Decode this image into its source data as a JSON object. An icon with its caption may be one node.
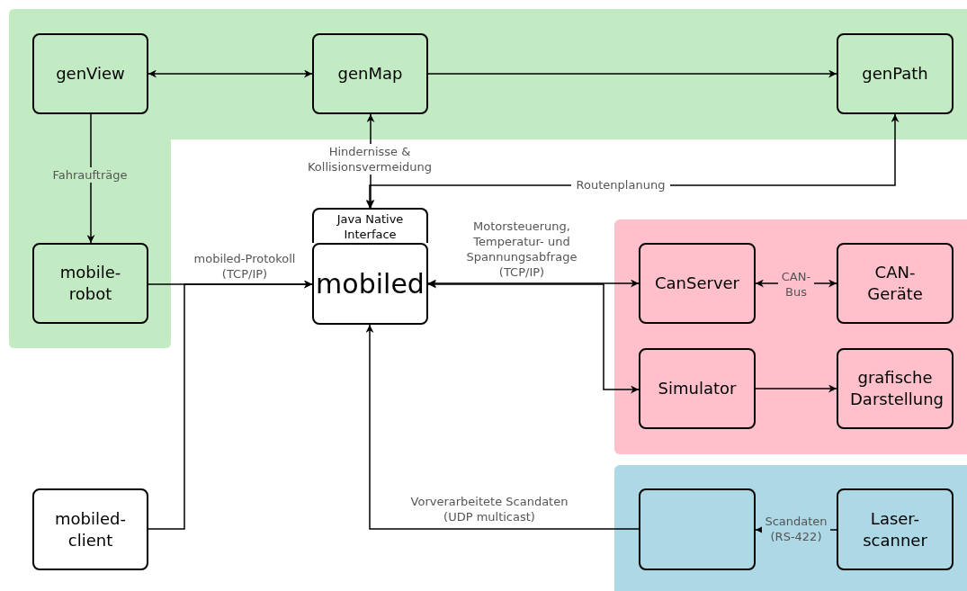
{
  "diagram": {
    "nodes": [
      {
        "text": [
          "genView"
        ]
      },
      {
        "text": [
          "genMap"
        ]
      },
      {
        "text": [
          "genPath"
        ]
      },
      {
        "text": [
          "mobile- robot"
        ]
      },
      {
        "text": [
          "Java Native Interface"
        ]
      },
      {
        "text": [
          "mobiled"
        ]
      },
      {
        "text": [
          "CanServer"
        ]
      },
      {
        "text": [
          "CAN- Geräte"
        ]
      },
      {
        "text": [
          "Simulator"
        ]
      },
      {
        "text": [
          "grafische Darstellung"
        ]
      },
      {
        "text": [
          "mobiled- client"
        ]
      },
      {
        "text": [],
        "shape": "box"
      },
      {
        "text": [
          "Laser- scanner"
        ]
      }
    ],
    "edges": [
      {
        "from": 0,
        "to": 1,
        "arrow": "both"
      },
      {
        "from": 1,
        "to": 2,
        "arrow": "to"
      },
      {
        "from": 0,
        "to": 3,
        "arrow": "to",
        "label": "Fahraufträge"
      },
      {
        "from": 3,
        "to": 5,
        "arrow": "to",
        "label": "mobiled-Protokoll (TCP/IP)"
      },
      {
        "from": 10,
        "to": 5,
        "arrow": "to"
      },
      {
        "from": 1,
        "to": 4,
        "arrow": "both",
        "label": "Hindernisse & Kollisionsvermeidung"
      },
      {
        "from": 2,
        "to": 4,
        "arrow": "both",
        "label": "Routenplanung"
      },
      {
        "from": 5,
        "to": 6,
        "arrow": "both",
        "label": "Motorsteuerung, Temperatur- und Spannungsabfrage (TCP/IP)"
      },
      {
        "from": 5,
        "to": 8,
        "arrow": "both"
      },
      {
        "from": 6,
        "to": 7,
        "arrow": "both",
        "label": "CAN- Bus"
      },
      {
        "from": 8,
        "to": 9,
        "arrow": "to"
      },
      {
        "from": 11,
        "to": 5,
        "arrow": "to",
        "label": "Vorverarbeitete Scandaten (UDP multicast)"
      },
      {
        "from": 12,
        "to": 11,
        "arrow": "to",
        "label": "Scandaten (RS-422)"
      }
    ]
  }
}
